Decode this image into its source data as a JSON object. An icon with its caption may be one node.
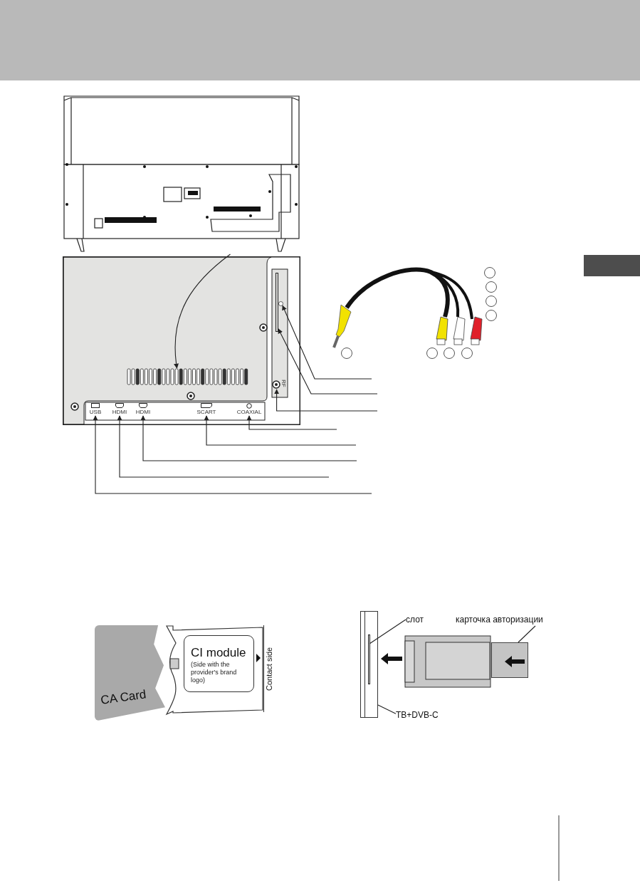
{
  "diagram": {
    "nodes": [
      {
        "text": [],
        "shape": "picture"
      },
      {
        "text": [],
        "shape": "picture"
      },
      {
        "text": [],
        "shape": "box",
        "in": 1
      },
      {
        "text": [],
        "shape": "circle",
        "in": 1
      },
      {
        "text": [],
        "shape": "bar",
        "in": 1
      },
      {
        "text": [
          "RF"
        ],
        "in": 1
      },
      {
        "text": [
          "COAXIAL"
        ],
        "in": 1
      },
      {
        "text": [
          "SCART"
        ],
        "in": 1
      },
      {
        "text": [
          "HDMI"
        ],
        "in": 1
      },
      {
        "text": [
          "HDMI"
        ],
        "in": 1
      },
      {
        "text": [
          "USB"
        ],
        "in": 1
      },
      {
        "text": [],
        "shape": "circle"
      },
      {
        "text": [],
        "shape": "circle"
      },
      {
        "text": [],
        "shape": "circle"
      },
      {
        "text": [],
        "shape": "circle"
      },
      {
        "text": [],
        "shape": "circle"
      },
      {
        "text": [],
        "shape": "circle"
      },
      {
        "text": [],
        "shape": "circle"
      },
      {
        "text": [],
        "shape": "circle"
      },
      {
        "text": [
          "CA Card"
        ]
      },
      {
        "text": [
          "CI module",
          "(Side with the provider's brand logo)"
        ]
      },
      {
        "text": [
          "Contact side"
        ]
      },
      {
        "text": [],
        "shape": "box"
      },
      {
        "text": [],
        "shape": "bar",
        "in": 22
      },
      {
        "text": [
          "слот"
        ]
      },
      {
        "text": [
          "карточка авторизации"
        ]
      },
      {
        "text": [],
        "shape": "box"
      },
      {
        "text": [
          "TB+DVB-C"
        ]
      }
    ],
    "edges": [
      {
        "from": 0,
        "to": 2,
        "arrow": "to"
      },
      {
        "from": null,
        "to": 3,
        "arrow": "to"
      },
      {
        "from": null,
        "to": 4,
        "arrow": "to"
      },
      {
        "from": null,
        "to": 5,
        "arrow": "to"
      },
      {
        "from": null,
        "to": 6,
        "arrow": "to"
      },
      {
        "from": null,
        "to": 7,
        "arrow": "to"
      },
      {
        "from": null,
        "to": 8,
        "arrow": "to"
      },
      {
        "from": null,
        "to": 9,
        "arrow": "to"
      },
      {
        "from": null,
        "to": 10,
        "arrow": "to"
      },
      {
        "from": 24,
        "to": 23,
        "arrow": "none"
      },
      {
        "from": 25,
        "to": 26,
        "arrow": "none"
      },
      {
        "from": 27,
        "to": 22,
        "arrow": "none"
      }
    ]
  }
}
